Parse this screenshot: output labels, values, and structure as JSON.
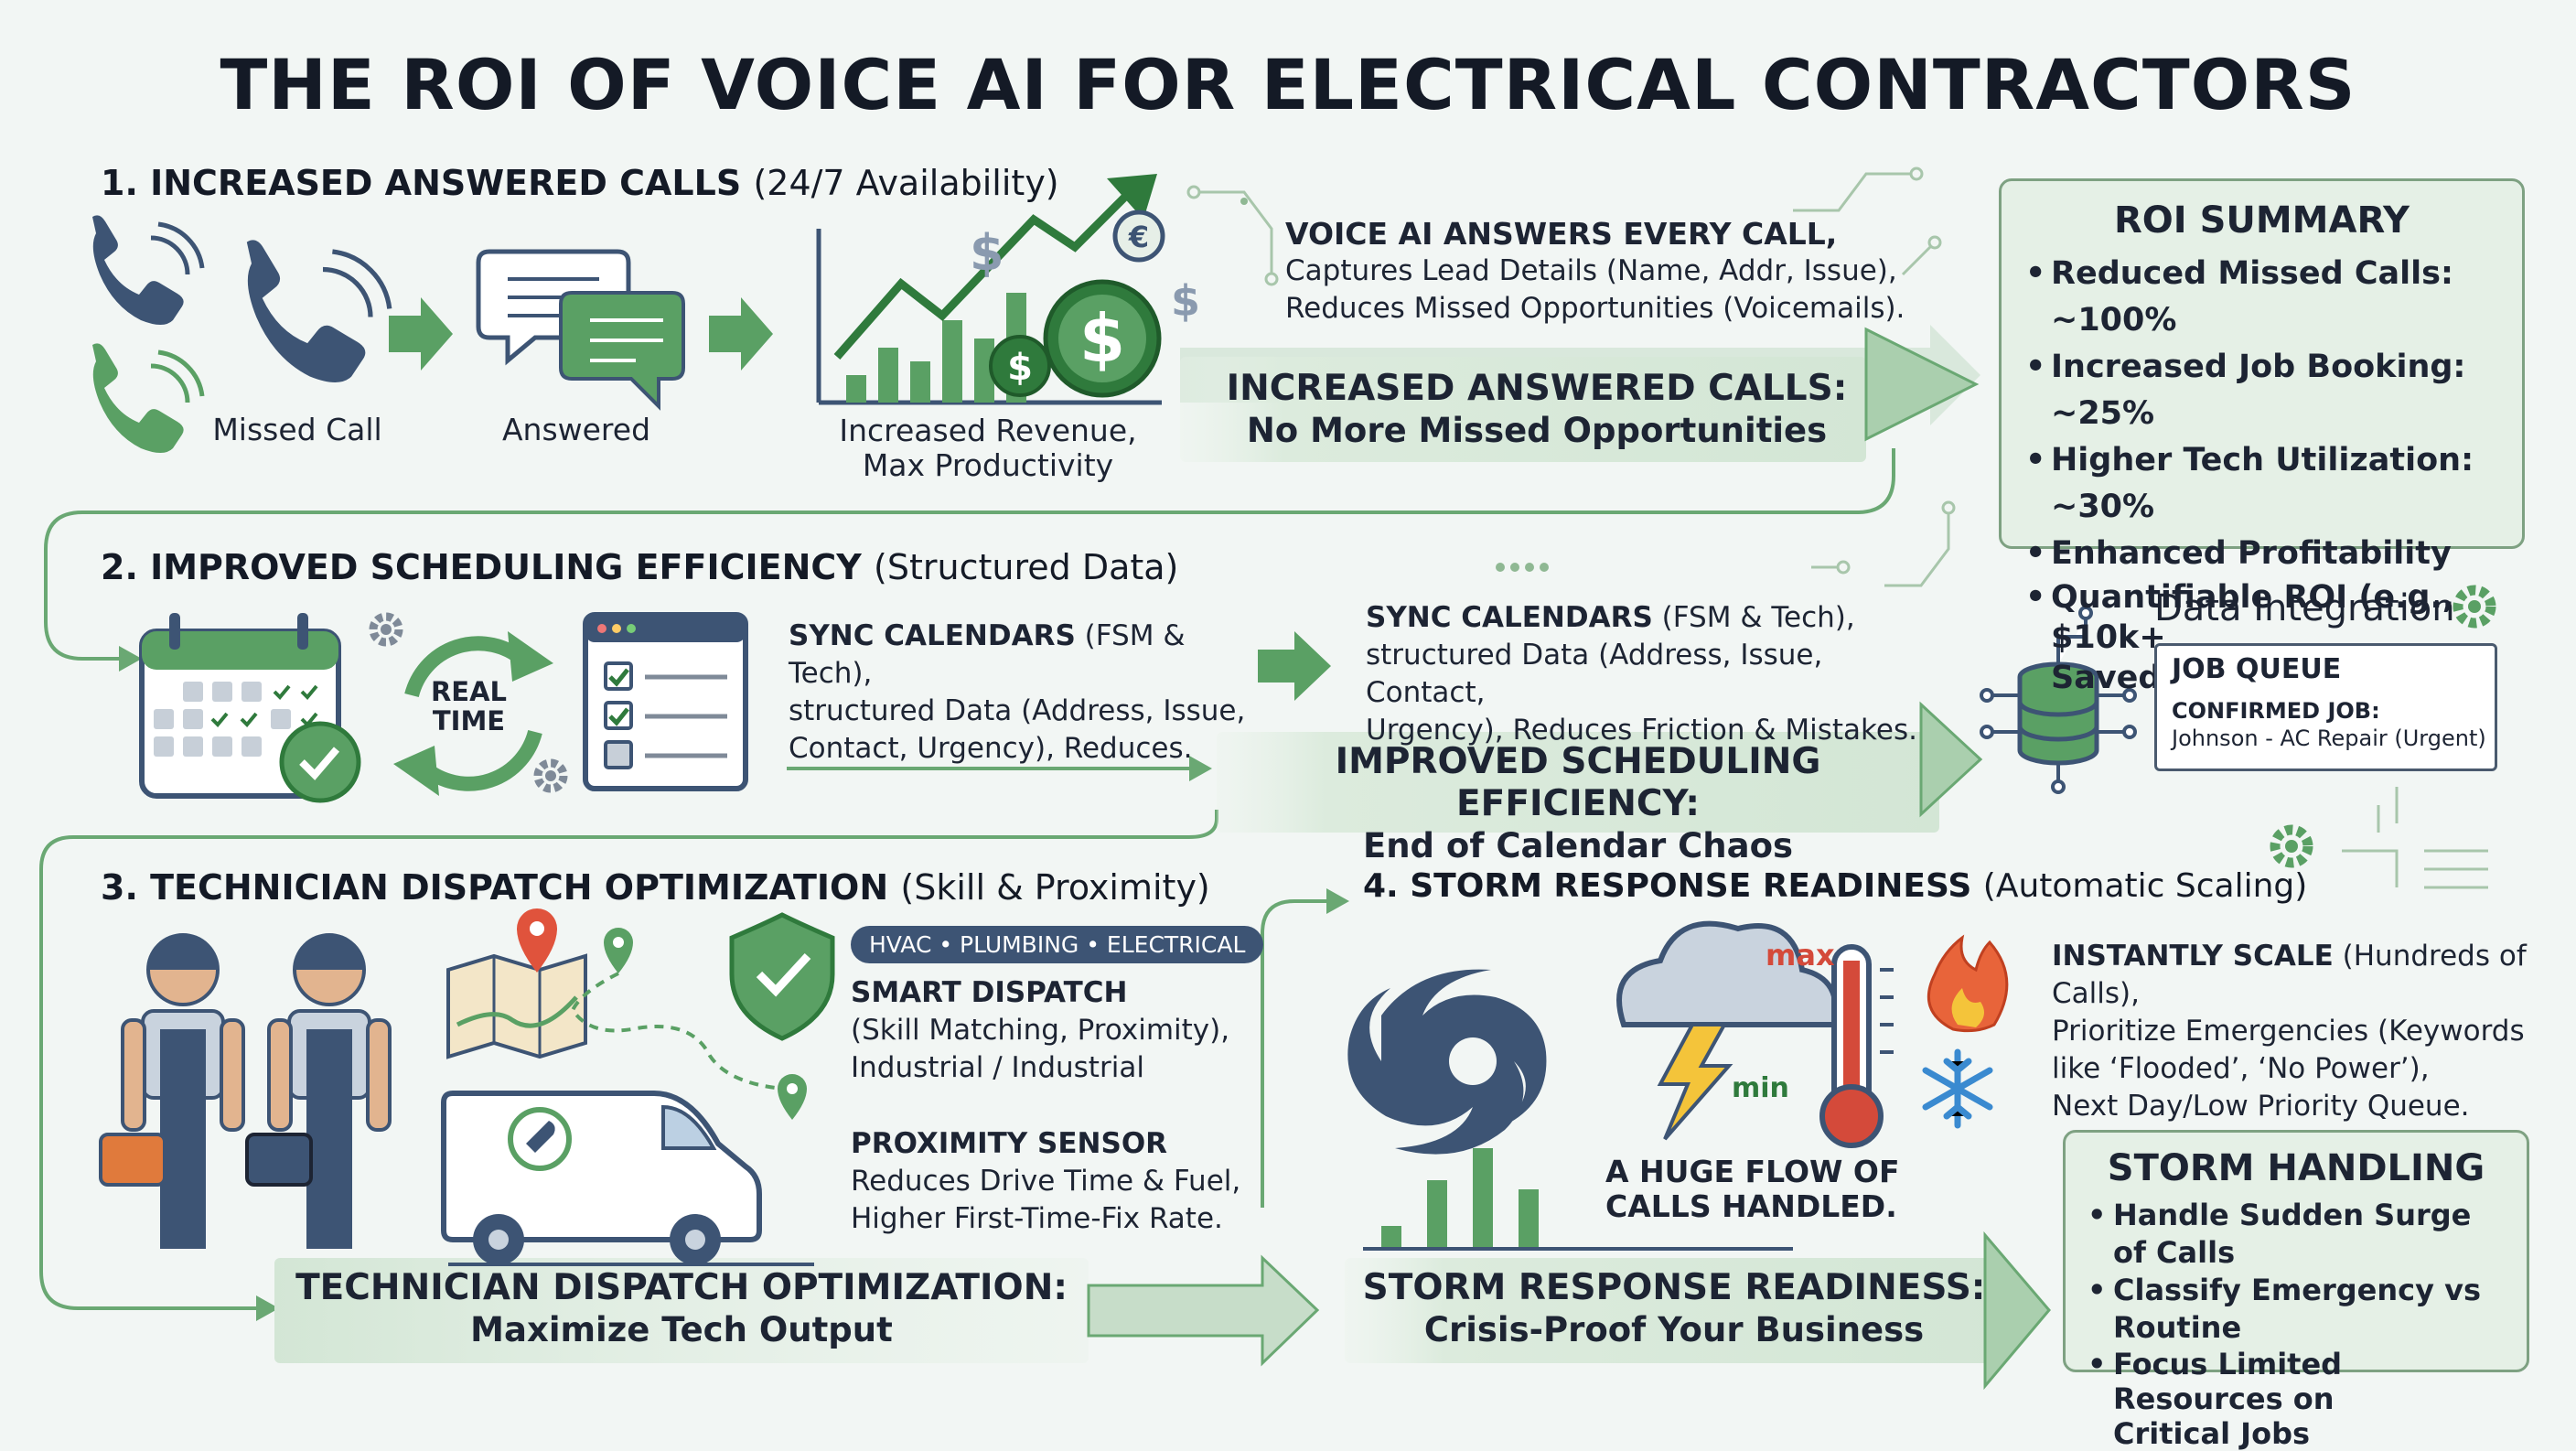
{
  "title": "THE ROI OF VOICE AI FOR ELECTRICAL CONTRACTORS",
  "colors": {
    "green": "#5aa064",
    "dark_green": "#2f7a3c",
    "navy": "#3d5474",
    "box_fill": "#e5f0e6"
  },
  "section1": {
    "heading": "1. INCREASED ANSWERED CALLS",
    "subheading": "(24/7 Availability)",
    "captions": [
      "Missed Call",
      "Answered",
      "Increased Revenue,",
      "Max Productivity"
    ],
    "detail_title": "VOICE AI ANSWERS EVERY CALL,",
    "detail_lines": [
      "Captures Lead Details (Name, Addr, Issue),",
      "Reduces Missed Opportunities (Voicemails)."
    ],
    "banner_line1": "INCREASED ANSWERED CALLS:",
    "banner_line2": "No More Missed Opportunities",
    "icons": [
      "phone-icon",
      "speech-bubbles-icon",
      "revenue-chart-icon",
      "dollar-coin-icon",
      "euro-coin-icon"
    ]
  },
  "roi_summary": {
    "heading": "ROI SUMMARY",
    "items": [
      "Reduced Missed Calls: ~100%",
      "Increased Job Booking: ~25%",
      "Higher Tech Utilization: ~30%",
      "Enhanced Profitability",
      "Quantifiable ROI (e.g., $10k+",
      "Saved Annually)"
    ]
  },
  "section2": {
    "heading": "2. IMPROVED SCHEDULING EFFICIENCY",
    "subheading": "(Structured Data)",
    "real_time": [
      "REAL",
      "TIME"
    ],
    "left_title": "SYNC CALENDARS",
    "left_title_rest": " (FSM & Tech),",
    "left_lines": [
      "structured Data (Address, Issue,",
      "Contact, Urgency), Reduces."
    ],
    "right_title": "SYNC CALENDARS",
    "right_title_rest": " (FSM & Tech),",
    "right_lines": [
      "structured Data (Address, Issue, Contact,",
      "Urgency), Reduces Friction & Mistakes."
    ],
    "banner_line1": "IMPROVED SCHEDULING EFFICIENCY:",
    "banner_line2": "End of Calendar Chaos",
    "icons": [
      "calendar-icon",
      "sync-icon",
      "checklist-icon",
      "gear-icon"
    ]
  },
  "data_integration": {
    "heading": "Data Integration",
    "queue_title": "JOB QUEUE",
    "queue_label": "CONFIRMED JOB:",
    "queue_value": "Johnson - AC Repair (Urgent)",
    "icons": [
      "database-icon",
      "gear-icon"
    ]
  },
  "section3": {
    "heading": "3. TECHNICIAN DISPATCH OPTIMIZATION",
    "subheading": "(Skill & Proximity)",
    "pill": "HVAC • PLUMBING • ELECTRICAL",
    "smart_title": "SMART DISPATCH",
    "smart_lines": [
      "(Skill Matching, Proximity),",
      "Industrial / Industrial"
    ],
    "prox_title": "PROXIMITY SENSOR",
    "prox_lines": [
      "Reduces Drive Time & Fuel,",
      "Higher First-Time-Fix Rate."
    ],
    "banner_line1": "TECHNICIAN DISPATCH OPTIMIZATION:",
    "banner_line2": "Maximize Tech Output",
    "icons": [
      "technician-icon",
      "map-icon",
      "shield-check-icon",
      "van-icon",
      "location-pin-icon"
    ]
  },
  "section4": {
    "heading": "4. STORM RESPONSE READINESS",
    "subheading": "(Automatic Scaling)",
    "thermo_max": "max",
    "thermo_min": "min",
    "flow_line1": "A HUGE FLOW OF",
    "flow_line2": "CALLS HANDLED.",
    "scale_title": "INSTANTLY SCALE",
    "scale_title_rest": " (Hundreds of Calls),",
    "scale_lines": [
      "Prioritize Emergencies (Keywords",
      "like ‘Flooded’, ‘No Power’),",
      "Next Day/Low Priority Queue."
    ],
    "banner_line1": "STORM RESPONSE READINESS:",
    "banner_line2": "Crisis-Proof Your Business",
    "icons": [
      "hurricane-icon",
      "storm-cloud-icon",
      "thermometer-icon",
      "fire-icon",
      "snowflake-icon"
    ]
  },
  "storm_handling": {
    "heading": "STORM HANDLING",
    "items": [
      "Handle Sudden Surge of Calls",
      "Classify Emergency vs Routine",
      "Focus Limited Resources on",
      "Critical Jobs"
    ]
  }
}
